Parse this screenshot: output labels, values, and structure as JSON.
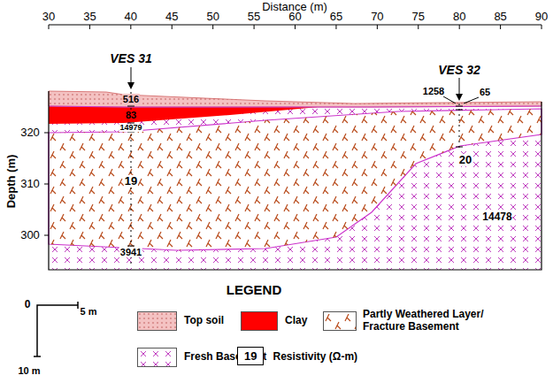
{
  "diagram": {
    "nodes": [
      {
        "text": [
          "19"
        ]
      }
    ],
    "labels": [
      "Distance (m)",
      "30",
      "35",
      "40",
      "45",
      "50",
      "55",
      "60",
      "65",
      "70",
      "75",
      "80",
      "85",
      "90",
      "Depth (m)",
      "320",
      "310",
      "300",
      "VES 31",
      "VES 32",
      "516",
      "83",
      "14979",
      "19",
      "3941",
      "1258",
      "65",
      "20",
      "14478",
      "LEGEND",
      "0",
      "5 m",
      "10 m"
    ],
    "legend": [
      {
        "text": "Top soil",
        "color": "#f4c2c2"
      },
      {
        "text": "Clay",
        "color": "#ff0000"
      },
      {
        "text": "Partly Weathered Layer/ Fracture Basement"
      },
      {
        "text": "Fresh Basement"
      },
      {
        "text": "Resistivity (Ω-m)"
      }
    ]
  }
}
